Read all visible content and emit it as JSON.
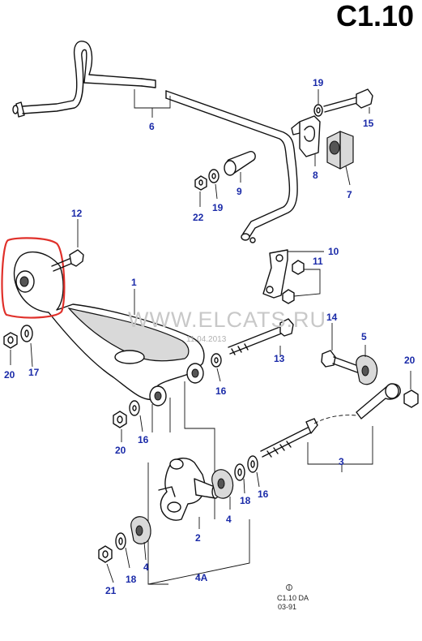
{
  "diagram": {
    "code": "C1.10",
    "watermark": "WWW.ELCATS.RU",
    "date_stamp": "11.04.2013",
    "ref_code": "C1.10 DA",
    "ref_date": "03-91",
    "highlight_color": "#e0302a",
    "label_color": "#1a2aa8"
  },
  "callouts": {
    "c19a": "19",
    "c15": "15",
    "c6": "6",
    "c8": "8",
    "c7": "7",
    "c9": "9",
    "c22": "22",
    "c19b": "19",
    "c12": "12",
    "c10": "10",
    "c11": "11",
    "c1": "1",
    "c14": "14",
    "c5": "5",
    "c20a": "20",
    "c17": "17",
    "c13": "13",
    "c20b": "20",
    "c16a": "16",
    "c16b": "16",
    "c20c": "20",
    "c3": "3",
    "c18a": "18",
    "c16c": "16",
    "c4a": "4",
    "c2": "2",
    "c4b": "4",
    "c18b": "18",
    "c4A": "4A",
    "c21": "21"
  }
}
